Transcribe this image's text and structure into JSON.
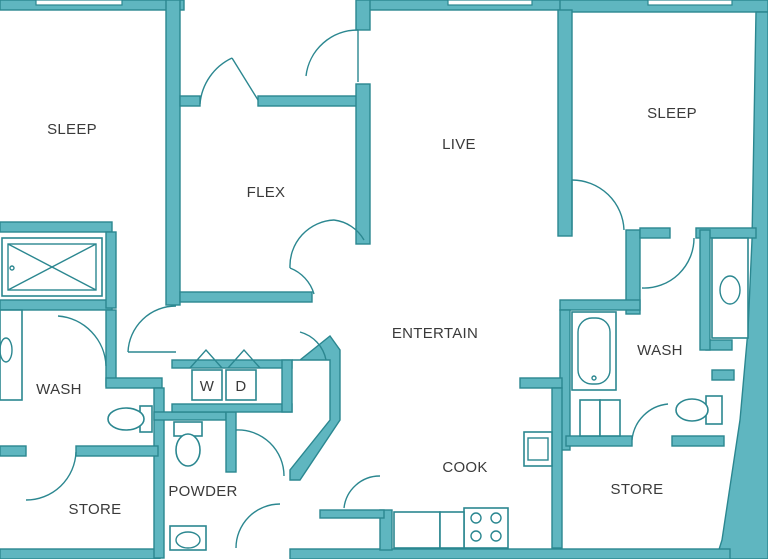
{
  "floorplan": {
    "rooms": {
      "sleep_left": "SLEEP",
      "flex": "FLEX",
      "live": "LIVE",
      "sleep_right": "SLEEP",
      "wash_left": "WASH",
      "entertain": "ENTERTAIN",
      "wash_right": "WASH",
      "store_left": "STORE",
      "powder": "POWDER",
      "cook": "COOK",
      "store_right": "STORE"
    },
    "appliances": {
      "washer": "W",
      "dryer": "D"
    },
    "colors": {
      "wall_fill": "#5fb6c0",
      "wall_stroke": "#2b8790",
      "label": "#3a3a3a",
      "background": "#ffffff"
    }
  }
}
